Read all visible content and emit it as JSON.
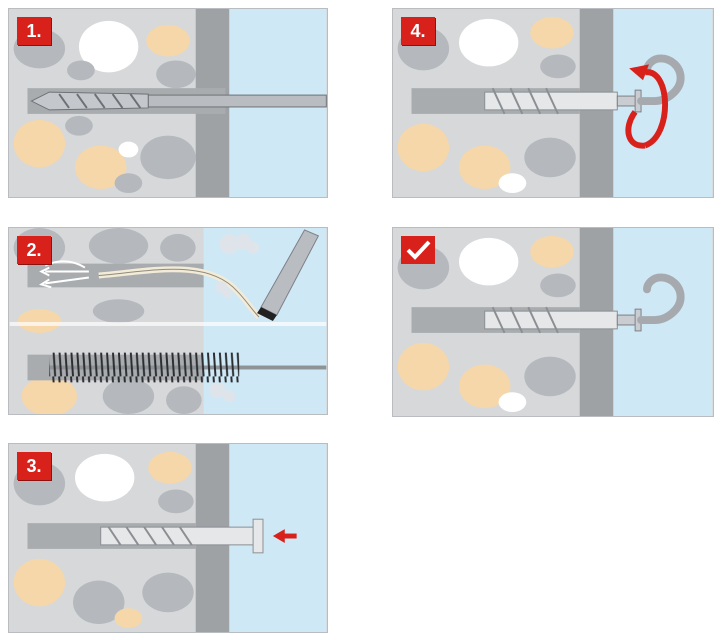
{
  "steps": [
    {
      "label": "1."
    },
    {
      "label": "2."
    },
    {
      "label": "3."
    },
    {
      "label": "4."
    },
    {
      "label": "",
      "icon": "checkmark-icon"
    }
  ],
  "colors": {
    "accent": "#d9211c",
    "stone_grey": "#b5b9bd",
    "stone_beige": "#f6d7aa",
    "stone_white": "#ffffff",
    "wall_base": "#d6d8da",
    "concrete": "#9fa2a5",
    "air": "#cfe8f6",
    "steel": "#b9bdc2"
  }
}
